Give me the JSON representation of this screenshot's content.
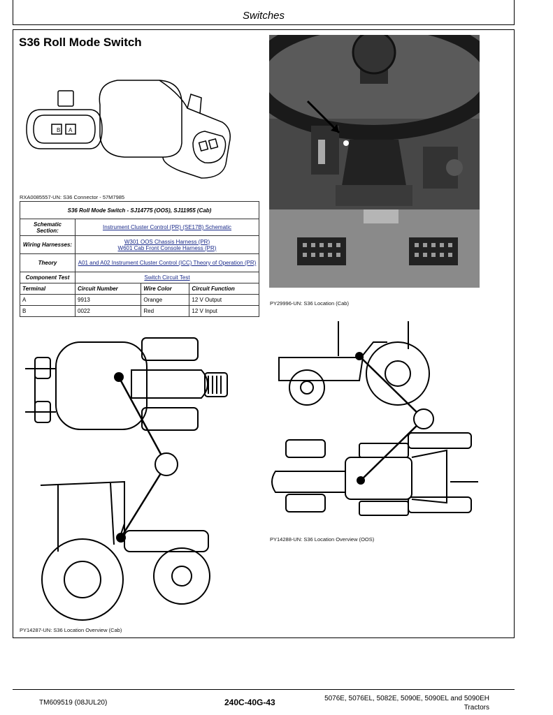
{
  "header": {
    "title": "Switches"
  },
  "section": {
    "title": "S36 Roll Mode Switch"
  },
  "connector": {
    "pin_b": "B",
    "pin_a": "A",
    "caption": "RXA0085557-UN: S36 Connector - 57M7985"
  },
  "table": {
    "title": "S36 Roll Mode Switch - SJ14775 (OOS), SJ11955 (Cab)",
    "rows": [
      {
        "label": "Schematic Section:",
        "values": [
          "Instrument Cluster Control (PR) (SE17B) Schematic"
        ]
      },
      {
        "label": "Wiring Harnesses:",
        "values": [
          "W301 OOS Chassis Harness (PR)",
          "W601 Cab Front Console Harness (PR)"
        ]
      },
      {
        "label": "Theory",
        "values": [
          "A01 and A02 Instrument Cluster Control (ICC) Theory of Operation (PR)"
        ]
      },
      {
        "label": "Component Test",
        "values": [
          "Switch Circuit Test"
        ]
      }
    ],
    "columns": [
      "Terminal",
      "Circuit Number",
      "Wire Color",
      "Circuit Function"
    ],
    "terminals": [
      [
        "A",
        "9913",
        "Orange",
        "12 V Output"
      ],
      [
        "B",
        "0022",
        "Red",
        "12 V Input"
      ]
    ]
  },
  "figures": {
    "photo_caption": "PY29996-UN: S36 Location (Cab)",
    "cab_caption": "PY14287-UN: S36 Location Overview (Cab)",
    "oos_caption": "PY14288-UN: S36 Location Overview (OOS)"
  },
  "footer": {
    "doc_id": "TM609519 (08JUL20)",
    "page": "240C-40G-43",
    "models": "5076E, 5076EL, 5082E, 5090E, 5090EL and 5090EH",
    "models_suffix": "Tractors"
  }
}
